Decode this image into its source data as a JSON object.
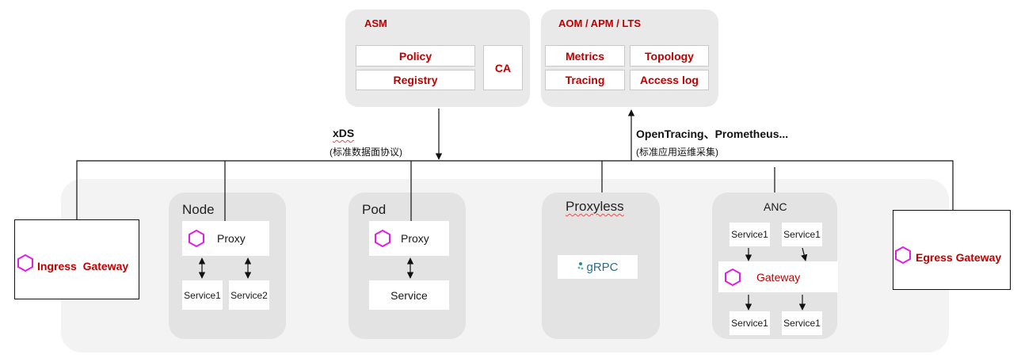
{
  "asm": {
    "title": "ASM",
    "items": {
      "policy": "Policy",
      "registry": "Registry",
      "ca": "CA"
    }
  },
  "aom": {
    "title": "AOM / APM / LTS",
    "items": {
      "metrics": "Metrics",
      "topology": "Topology",
      "tracing": "Tracing",
      "access_log": "Access log"
    }
  },
  "xds": {
    "label": "xDS",
    "note": "(标准数据面协议)"
  },
  "telemetry": {
    "label": "OpenTracing、Prometheus...",
    "note": "(标准应用运维采集)"
  },
  "ingress": {
    "label": "Ingress  Gateway"
  },
  "egress": {
    "label": "Egress Gateway"
  },
  "node": {
    "title": "Node",
    "proxy": "Proxy",
    "service1": "Service1",
    "service2": "Service2"
  },
  "pod": {
    "title": "Pod",
    "proxy": "Proxy",
    "service": "Service"
  },
  "proxyless": {
    "title": "Proxyless",
    "grpc": "gRPC"
  },
  "anc": {
    "title": "ANC",
    "gateway": "Gateway",
    "top_left": "Service1",
    "top_right": "Service1",
    "bottom_left": "Service1",
    "bottom_right": "Service1"
  },
  "colors": {
    "accent_red": "#c00000",
    "hexagon": "#e020e0",
    "panel": "#e9e9e9",
    "cluster": "#f3f3f3"
  },
  "icons": {
    "proxy": "hexagon-icon",
    "grpc": "grpc-logo-icon"
  }
}
